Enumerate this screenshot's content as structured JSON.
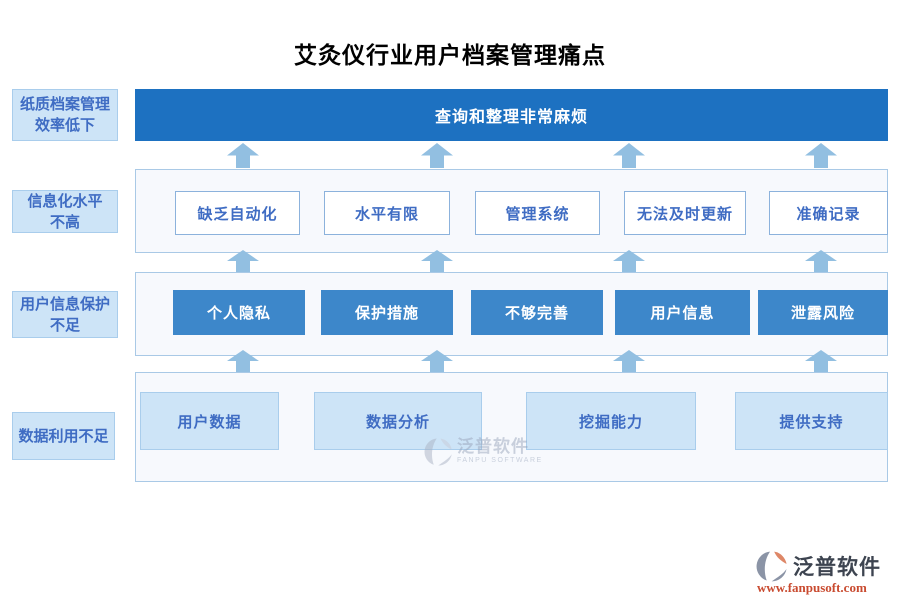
{
  "title": "艾灸仪行业用户档案管理痛点",
  "side_labels": [
    {
      "text": "纸质档案管理\n效率低下"
    },
    {
      "text": "信息化水平\n不高"
    },
    {
      "text": "用户信息保护\n不足"
    },
    {
      "text": "数据利用不足"
    }
  ],
  "banner": {
    "label": "查询和整理非常麻烦"
  },
  "rows": {
    "automation": [
      "缺乏自动化",
      "水平有限",
      "管理系统",
      "无法及时更新",
      "准确记录"
    ],
    "privacy": [
      "个人隐私",
      "保护措施",
      "不够完善",
      "用户信息",
      "泄露风险"
    ],
    "data_use": [
      "用户数据",
      "数据分析",
      "挖掘能力",
      "提供支持"
    ]
  },
  "watermark": {
    "brand": "泛普软件",
    "brand_en": "FANPU SOFTWARE"
  },
  "footer_logo": {
    "brand": "泛普软件",
    "url": "www.fanpusoft.com"
  },
  "colors": {
    "banner_blue": "#1d71c1",
    "solid_box_blue": "#3d87ca",
    "tint_box_blue": "#cde4f7",
    "text_blue": "#3f6cc3",
    "arrow_blue": "#92bfe1",
    "container_border": "#a9c9e6",
    "logo_gray": "#8b94a6",
    "logo_orange": "#de8767",
    "url_red": "#c94b30"
  }
}
